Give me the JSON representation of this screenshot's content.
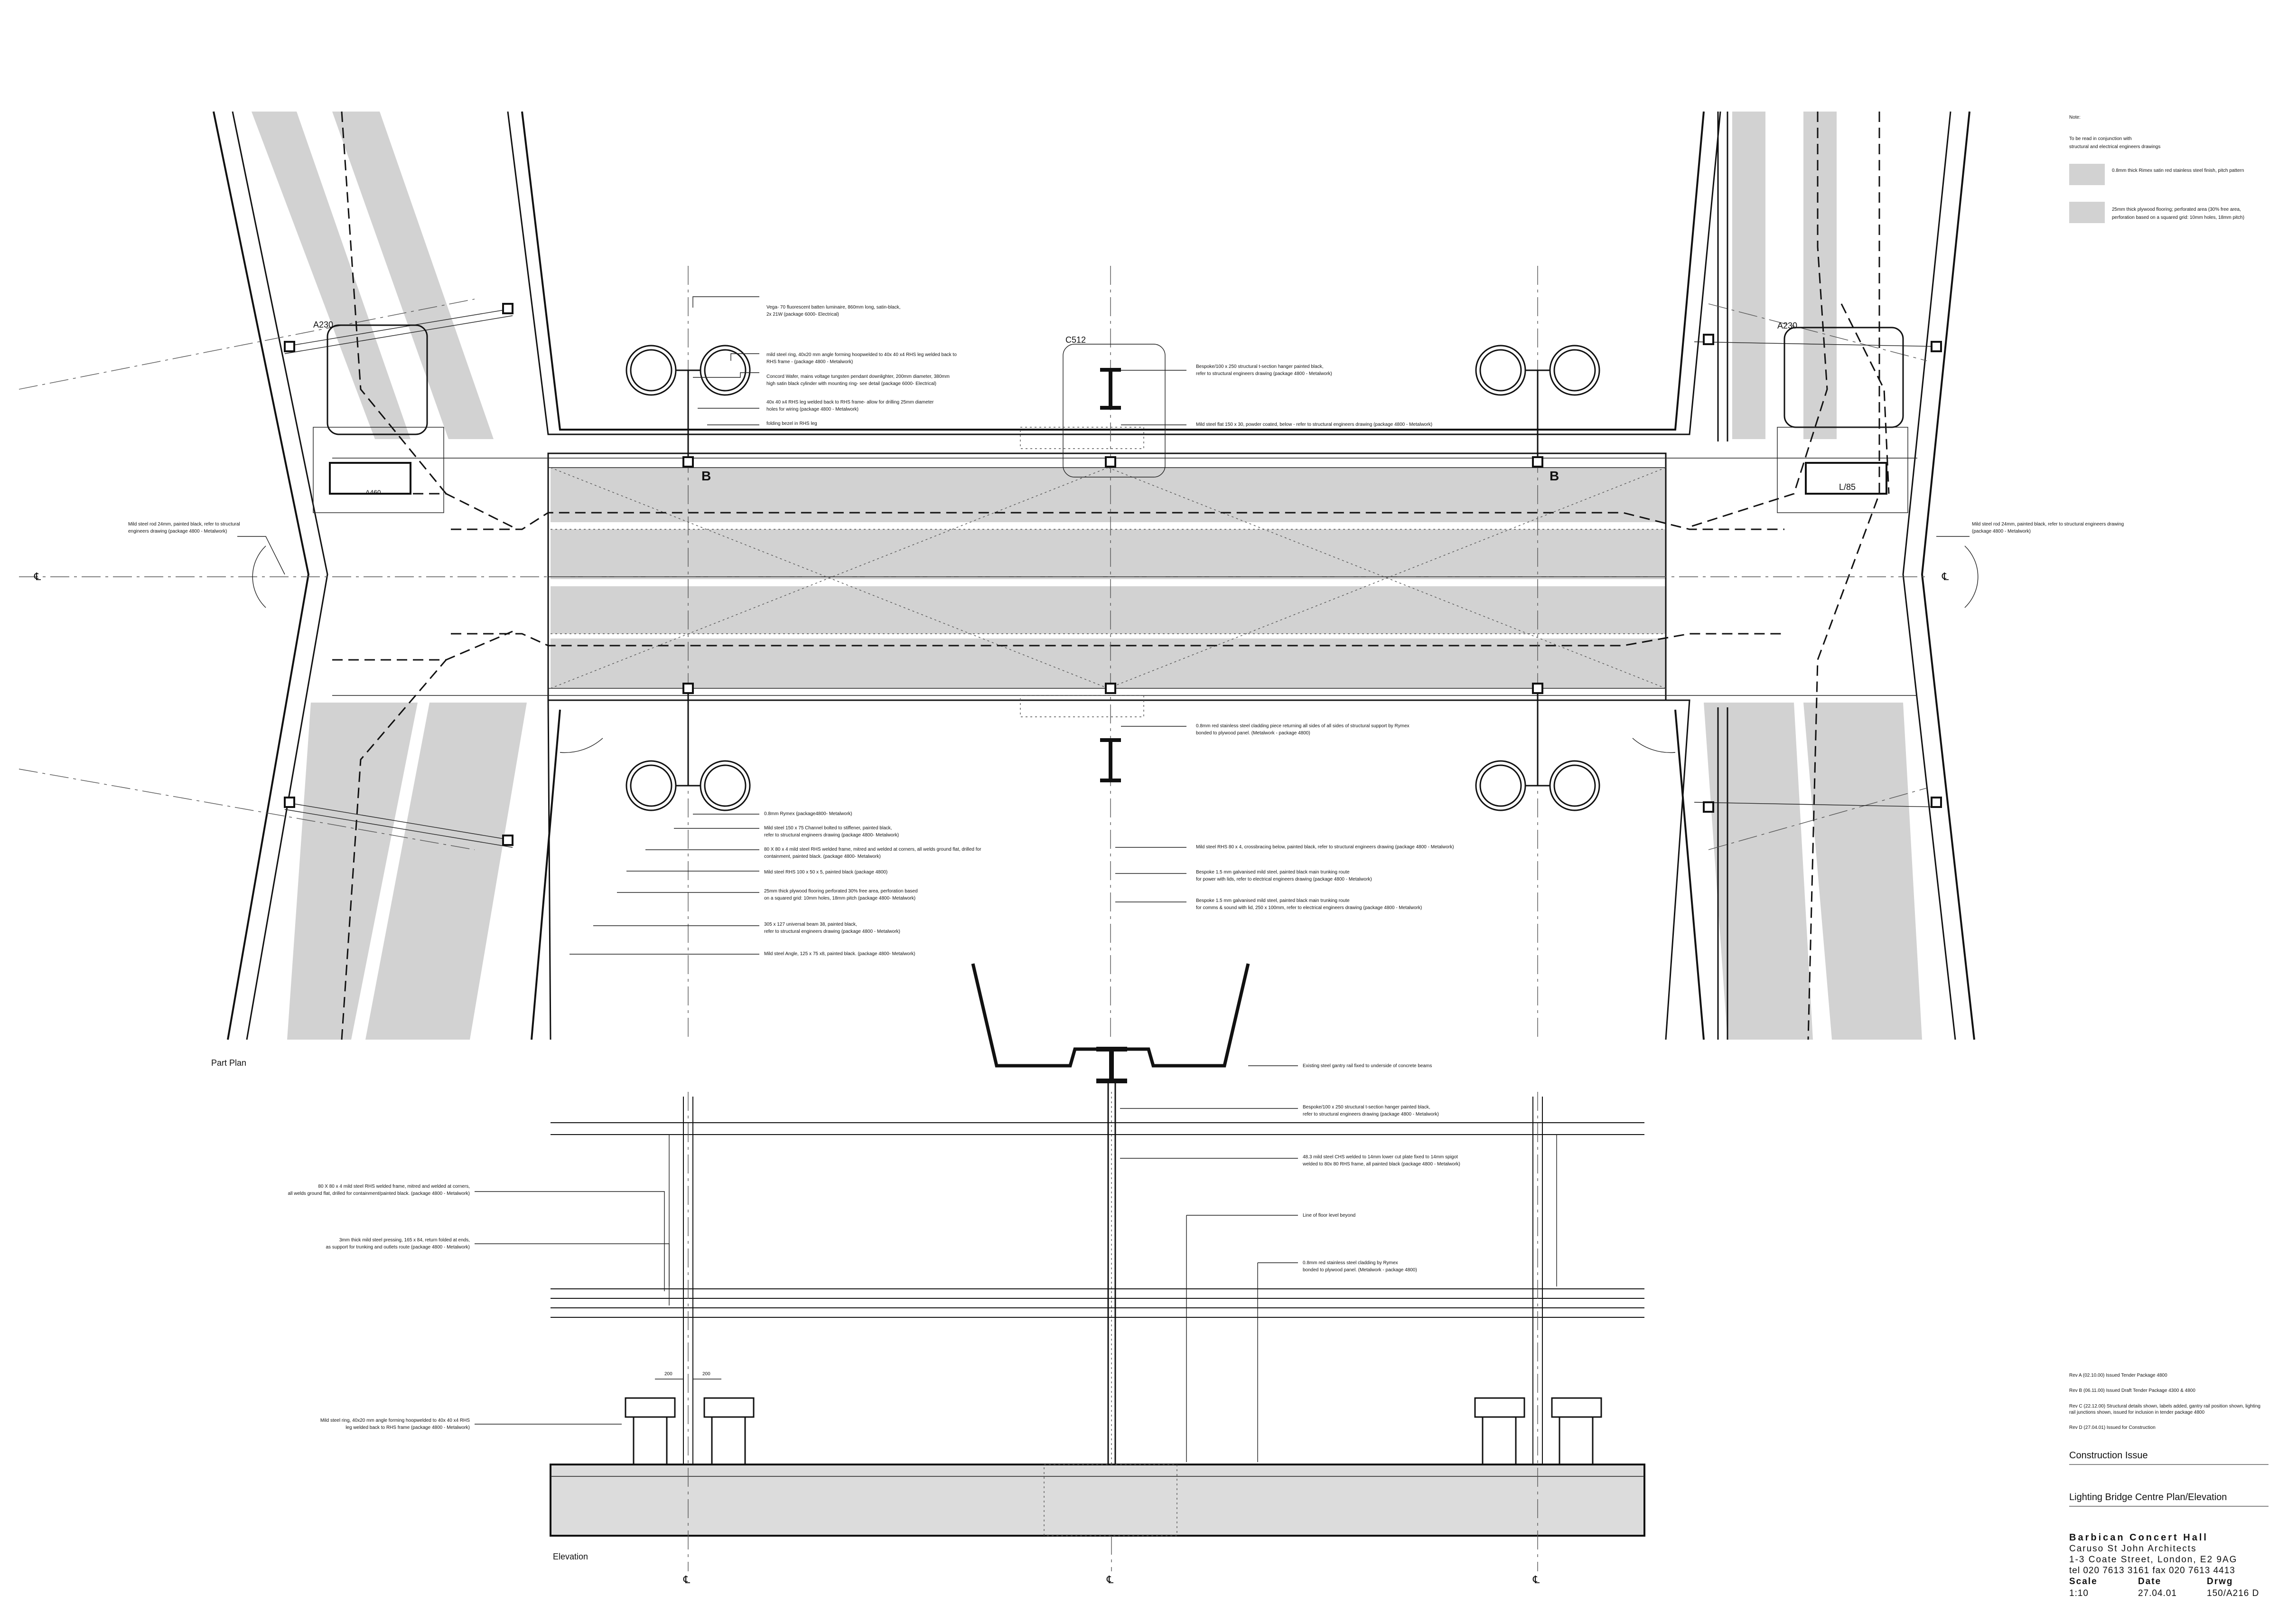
{
  "notes": {
    "heading": "Note:",
    "line1": "To be read in conjunction with",
    "line2": "structural  and electrical engineers drawings",
    "legend": [
      {
        "text": "0.8mm thick Rimex satin red stainless steel finish, pitch pattern"
      },
      {
        "text": "25mm thick plywood flooring; perforated area (30% free area,",
        "text2": "perforation based on a squared grid: 10mm holes, 18mm pitch)"
      }
    ]
  },
  "views": {
    "plan_title": "Part Plan",
    "elevation_title": "Elevation"
  },
  "tags": {
    "a230_left": "A230",
    "a230_right": "A230",
    "c512": "C512",
    "l85": "L/85",
    "a460": "A460",
    "b_left": "B",
    "b_right": "B",
    "cl_symbol": "℄"
  },
  "annotations": {
    "plan_top": [
      "Vega- 70 fluorescent batten luminaire, 860mm long, satin-black,",
      "2x 21W (package 6000- Electrical)",
      "mild steel ring, 40x20 mm angle forming hoopwelded to 40x 40 x4 RHS leg welded back to",
      "RHS frame - (package 4800 - Metalwork)",
      "Concord Wafer, mains voltage tungsten pendant downlighter, 200mm diameter, 380mm",
      "high satin black cylinder with mounting ring- see detail (package 6000- Electrical)",
      "40x 40 x4  RHS leg welded back to RHS frame- allow for drilling 25mm diameter",
      "holes for wiring (package 4800 - Metalwork)",
      "folding bezel in RHS leg"
    ],
    "plan_top_right": [
      "Bespoke/100 x 250 structural t-section hanger painted black,",
      "refer to structural engineers drawing (package 4800 - Metalwork)",
      "Mild steel flat 150 x 30, powder coated, below - refer to structural engineers drawing (package 4800 - Metalwork)"
    ],
    "plan_left": [
      "Mild steel rod 24mm, painted black, refer to structural",
      "engineers drawing (package 4800 - Metalwork)"
    ],
    "plan_right": [
      "Mild steel rod 24mm, painted black, refer to structural engineers drawing",
      "(package 4800 - Metalwork)"
    ],
    "plan_mid_right": [
      "0.8mm red stainless steel cladding piece returning all sides of all sides of structural support by Rymex",
      "bonded to plywood panel. (Metalwork - package 4800)"
    ],
    "plan_bottom_left": [
      "0.8mm Rymex (package4800- Metalwork)",
      "Mild steel 150 x 75 Channel bolted to stiffener, painted black,",
      "refer to structural engineers drawing  (package 4800- Metalwork)",
      "80 X 80 x 4 mild steel RHS welded frame, mitred and welded at corners, all welds ground flat, drilled for",
      "containment, painted black. (package 4800- Metalwork)",
      "Mild steel RHS 100 x 50 x 5, painted black (package 4800)",
      "25mm thick plywood flooring perforated 30% free area, perforation based",
      "on a squared grid: 10mm holes, 18mm pitch (package 4800- Metalwork)",
      "305 x 127 universal beam 38, painted black,",
      "refer to structural engineers drawing (package 4800 - Metalwork)",
      "Mild steel Angle, 125 x 75 x8, painted black. (package 4800- Metalwork)"
    ],
    "plan_bottom_right": [
      "Mild steel RHS 80 x 4, crossbracing below, painted black, refer to structural engineers drawing (package 4800 - Metalwork)",
      "Bespoke 1.5 mm galvanised mild steel, painted black main trunking route",
      "for power with lids, refer to electrical engineers drawing (package 4800 - Metalwork)",
      "Bespoke 1.5 mm galvanised mild steel, painted black main trunking route",
      "for comms & sound with lid, 250 x 100mm, refer to electrical engineers drawing (package 4800 - Metalwork)"
    ],
    "elev_right": [
      "Existing steel gantry rail fixed to underside of concrete beams",
      "Bespoke/100 x 250 structural t-section hanger painted black,",
      "refer to structural engineers drawing (package 4800 - Metalwork)",
      "48.3 mild steel CHS welded to 14mm lower cut plate fixed to 14mm spigot",
      "welded to 80x 80 RHS frame, all painted black (package 4800 - Metalwork)",
      "Line of floor level beyond",
      "0.8mm red stainless steel cladding by Rymex",
      "bonded to plywood panel. (Metalwork - package 4800)"
    ],
    "elev_left": [
      "80 X 80 x 4 mild steel RHS welded frame, mitred and welded at corners,",
      "all welds ground flat, drilled for containment/painted black.  (package 4800 - Metalwork)",
      "3mm thick mild steel pressing, 165 x 84, return folded at ends,",
      "as support for trunking and outlets  route (package 4800 - Metalwork)",
      "Mild steel ring, 40x20 mm angle forming hoopwelded to 40x 40 x4  RHS",
      "leg welded back to RHS frame  (package 4800 - Metalwork)"
    ],
    "dim_200_a": "200",
    "dim_200_b": "200"
  },
  "revisions": [
    "Rev A (02.10.00) Issued Tender Package 4800",
    "Rev B (06.11.00) Issued Draft Tender Package 4300 & 4800",
    "Rev C (22.12.00) Structural details shown, labels added, gantry rail position shown, lighting",
    "rail junctions shown, issued for inclusion in tender package 4800",
    "Rev D (27.04.01) Issued for Construction"
  ],
  "title_block": {
    "status": "Construction Issue",
    "drawing_title": "Lighting Bridge Centre Plan/Elevation",
    "project": "Barbican Concert Hall",
    "architect": "Caruso St John Architects",
    "address": "1-3 Coate Street, London, E2 9AG",
    "contact": "tel 020 7613 3161  fax 020 7613 4413",
    "scale_label": "Scale",
    "date_label": "Date",
    "drwg_label": "Drwg",
    "scale_value": "1:10",
    "date_value": "27.04.01",
    "drwg_value": "150/A216 D"
  },
  "colors": {
    "line": "#111111",
    "fill_grey": "#d2d2d2"
  }
}
